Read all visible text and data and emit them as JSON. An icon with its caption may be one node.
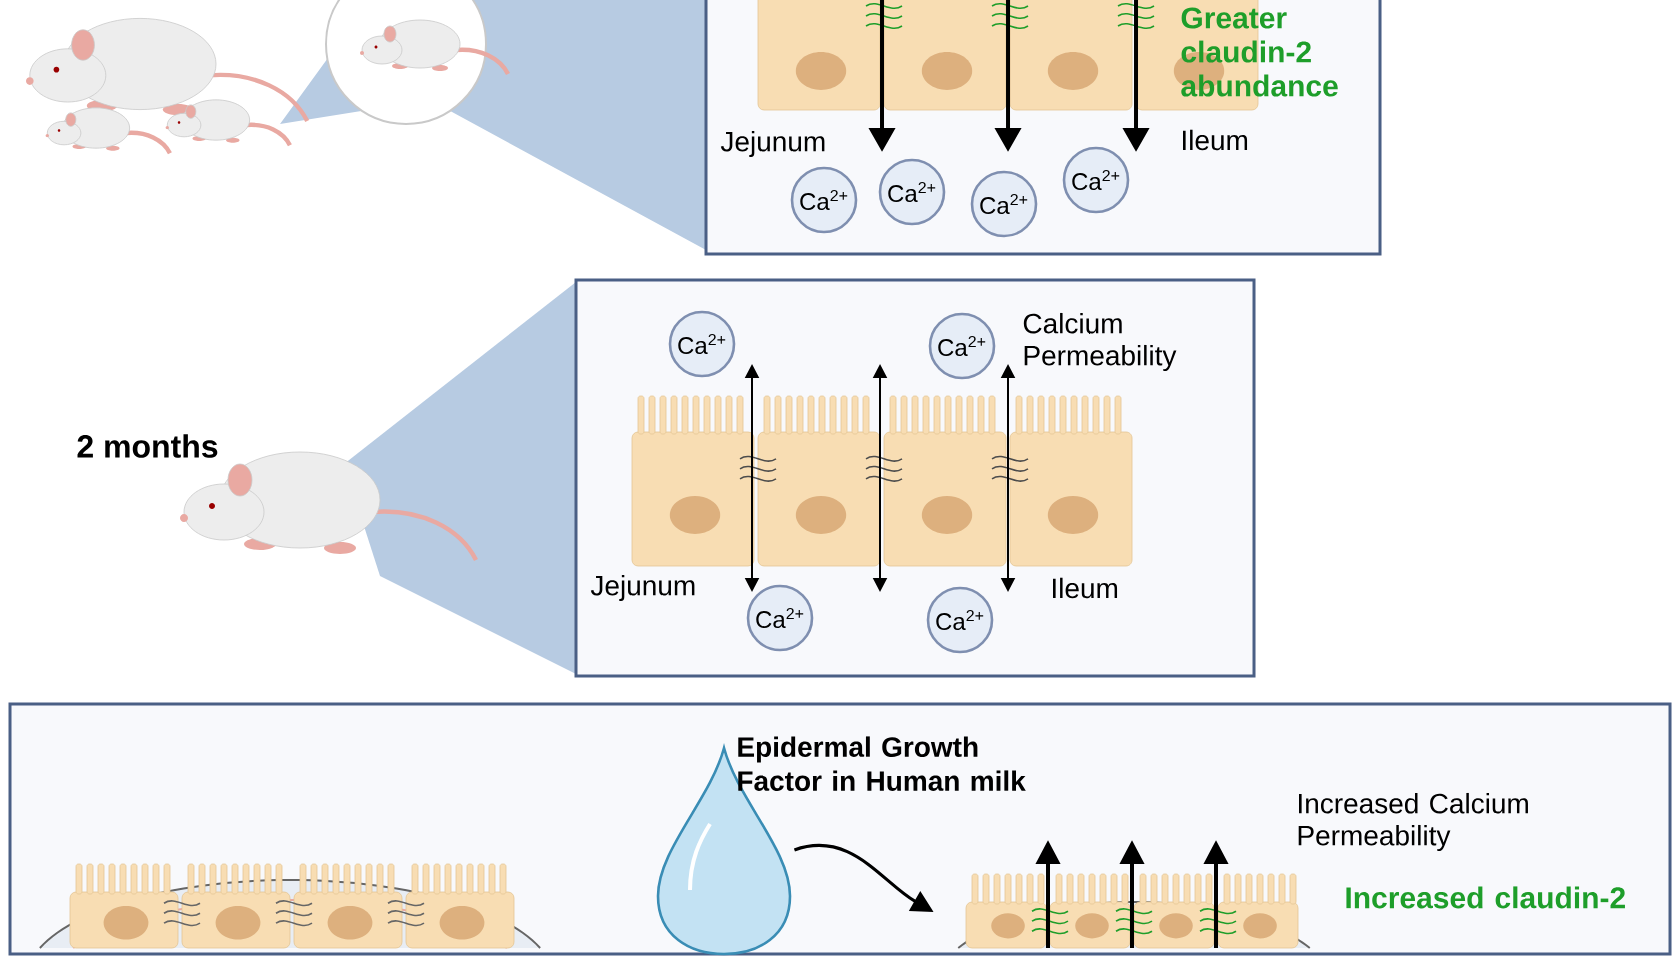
{
  "diagram": {
    "nodes": [
      {
        "text": [],
        "shape": "box"
      },
      {
        "text": [
          "Ca$^{2+}$"
        ],
        "in": 0
      },
      {
        "text": [
          "Ca$^{2+}$"
        ],
        "in": 0
      },
      {
        "text": [
          "Ca$^{2+}$"
        ],
        "in": 0
      },
      {
        "text": [
          "Ca$^{2+}$"
        ],
        "in": 0
      },
      {
        "text": [],
        "shape": "box"
      },
      {
        "text": [
          "Ca$^{2+}$"
        ],
        "in": 5
      },
      {
        "text": [
          "Ca$^{2+}$"
        ],
        "in": 5
      },
      {
        "text": [
          "Ca$^{2+}$"
        ],
        "in": 5
      },
      {
        "text": [
          "Ca$^{2+}$"
        ],
        "in": 5
      },
      {
        "text": [],
        "shape": "box"
      },
      {
        "text": [],
        "shape": "picture",
        "in": 10,
        "beside": [
          "Epidermal Growth Factor in Human milk"
        ]
      },
      {
        "text": [],
        "shape": "picture",
        "in": 10,
        "beside": [
          "Increased claudin-2"
        ]
      }
    ],
    "edges": [
      {
        "from": 11,
        "to": 12,
        "arrow": "to"
      }
    ],
    "labels": [
      "Jejunum",
      "Ileum",
      "Greater claudin-2 abundance",
      "2 months",
      "Calcium Permeability",
      "Jejunum",
      "Ileum",
      "Increased Calcium Permeability"
    ]
  }
}
